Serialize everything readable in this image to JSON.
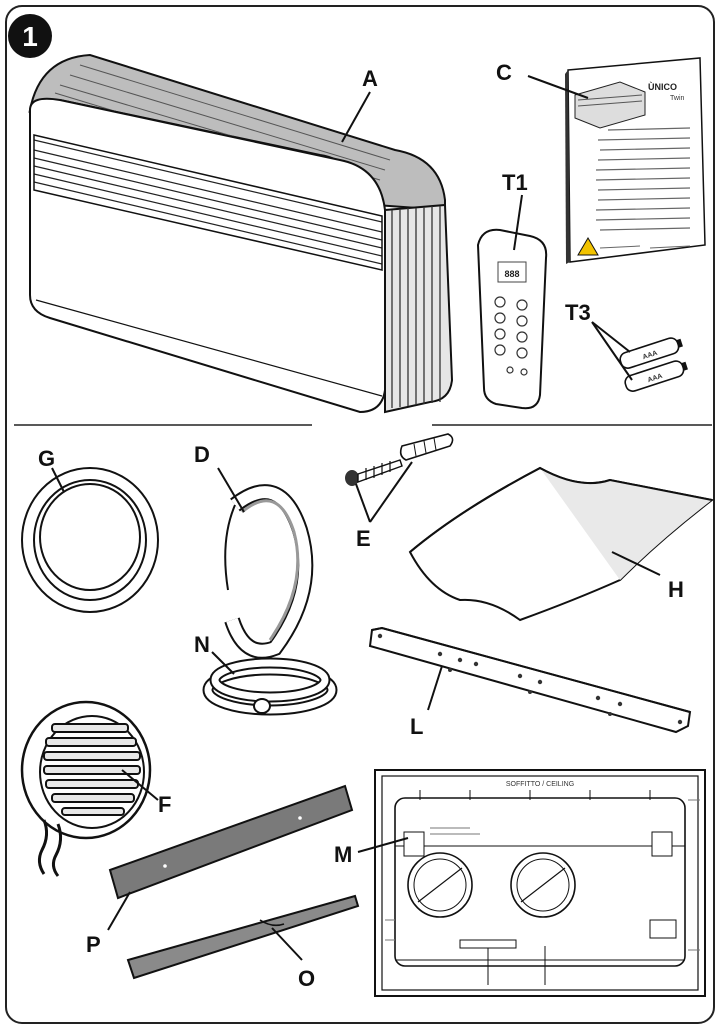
{
  "step_number": "1",
  "labels": {
    "A": "A",
    "C": "C",
    "T1": "T1",
    "T3": "T3",
    "G": "G",
    "D": "D",
    "E": "E",
    "H": "H",
    "N": "N",
    "L": "L",
    "F": "F",
    "M": "M",
    "P": "P",
    "O": "O"
  },
  "manual": {
    "brand": "ÙNICO",
    "sub": "Twin"
  },
  "batteries": {
    "label": "AAA"
  },
  "remote": {
    "display": "888"
  },
  "template": {
    "ceiling_text": "SOFFITTO / CEILING"
  },
  "colors": {
    "line": "#111111",
    "fill": "#ffffff",
    "shade": "#d9d9d9",
    "dark": "#3a3a3a"
  }
}
